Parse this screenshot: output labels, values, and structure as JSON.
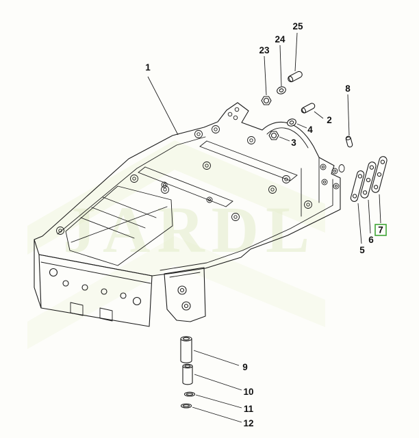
{
  "diagram": {
    "type": "exploded-parts-diagram",
    "subject": "tractor-chassis-frame",
    "watermark_text": "JARDL",
    "watermark_color": "#e3ecca",
    "band_color": "#f1f5df",
    "line_color": "#1a1a1a",
    "highlight_color": "#3fa435",
    "background_color": "#fdfdfa"
  },
  "highlighted_callout": "7",
  "callouts": [
    {
      "label": "1",
      "part": "main-frame"
    },
    {
      "label": "2",
      "part": "pin"
    },
    {
      "label": "3",
      "part": "nut"
    },
    {
      "label": "4",
      "part": "washer"
    },
    {
      "label": "5",
      "part": "link-plate"
    },
    {
      "label": "6",
      "part": "link-plate"
    },
    {
      "label": "7",
      "part": "link-plate"
    },
    {
      "label": "8",
      "part": "dowel-pin"
    },
    {
      "label": "9",
      "part": "bushing"
    },
    {
      "label": "10",
      "part": "bushing"
    },
    {
      "label": "11",
      "part": "o-ring"
    },
    {
      "label": "12",
      "part": "o-ring"
    },
    {
      "label": "23",
      "part": "nut"
    },
    {
      "label": "24",
      "part": "washer"
    },
    {
      "label": "25",
      "part": "pin"
    }
  ]
}
